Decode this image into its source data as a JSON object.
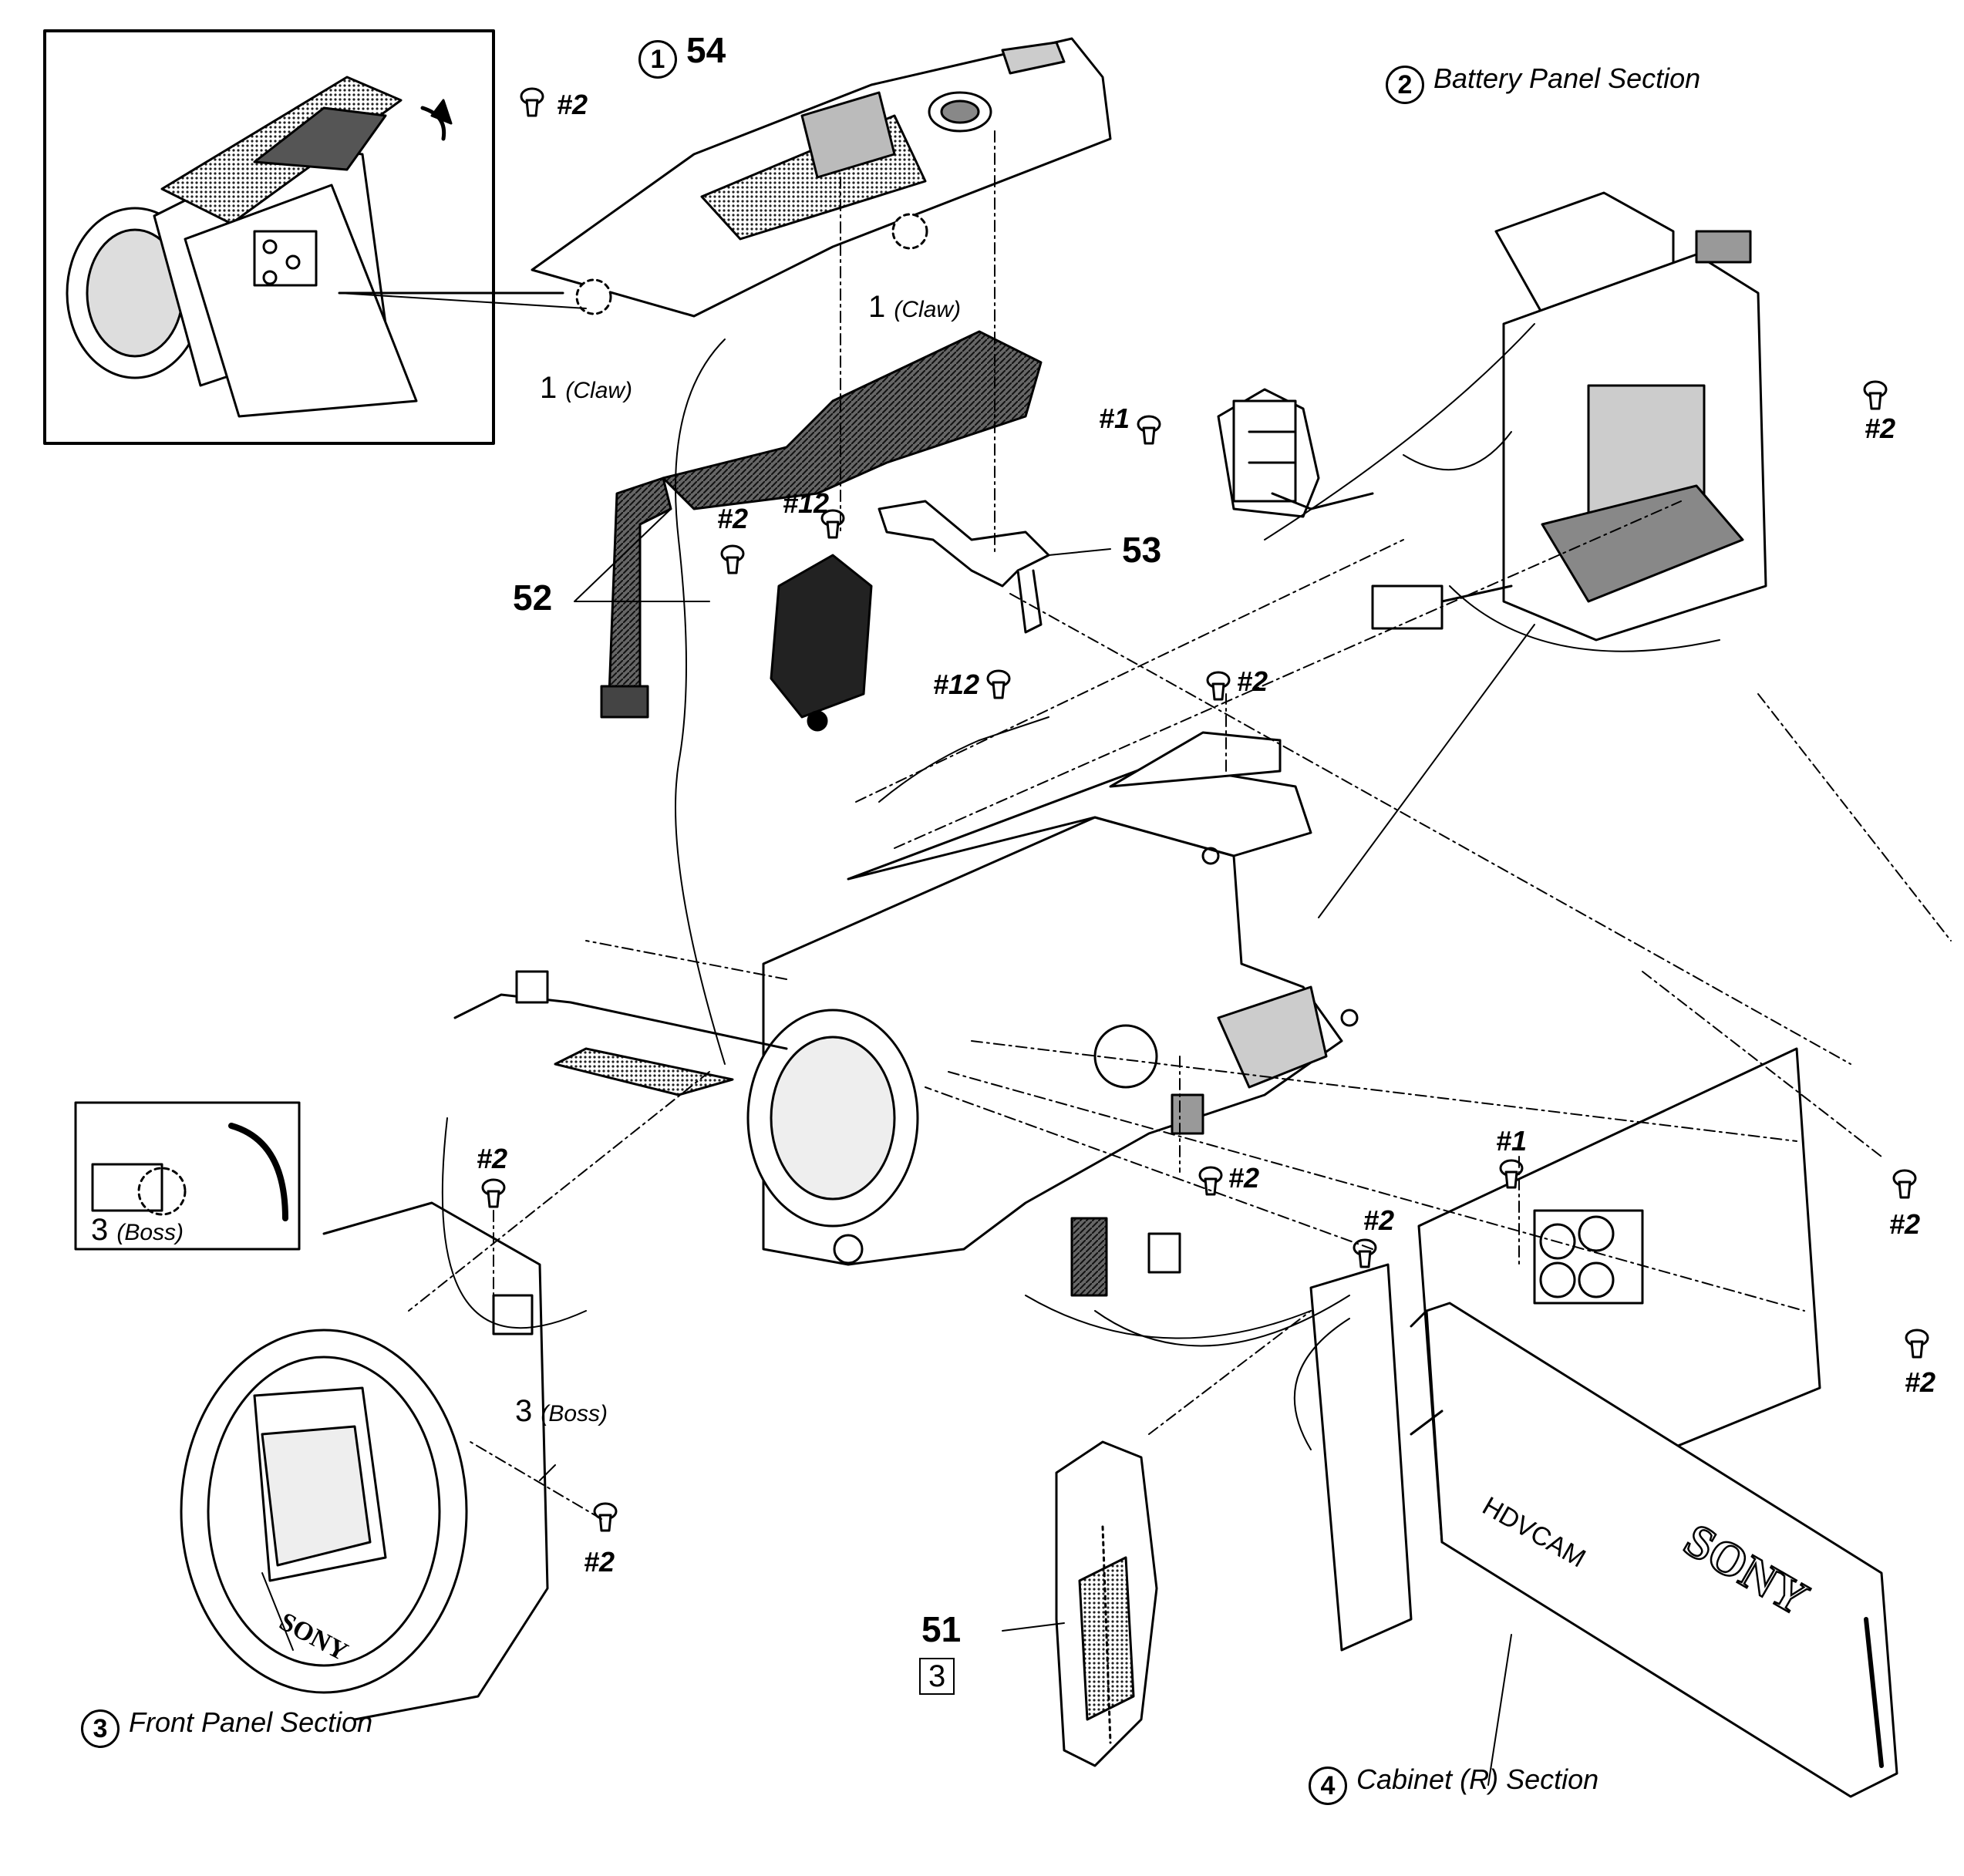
{
  "parts": {
    "p54": "54",
    "p53": "53",
    "p52": "52",
    "p51": "51",
    "p51_ref": "3"
  },
  "sections": {
    "s1_num": "1",
    "s2_num": "2",
    "s2_label": "Battery Panel Section",
    "s3_num": "3",
    "s3_label": "Front Panel Section",
    "s4_num": "4",
    "s4_label": "Cabinet (R) Section"
  },
  "steps": {
    "claw_num": "1",
    "claw_word": "(Claw)",
    "boss_num": "3",
    "boss_word": "(Boss)"
  },
  "screws": {
    "s2": "#2",
    "s1": "#1",
    "s12": "#12"
  },
  "brand": {
    "logo": "SONY",
    "product": "HDVCAM"
  },
  "colors": {
    "line": "#000000",
    "shade": "#3a3a3a",
    "paper": "#ffffff"
  }
}
